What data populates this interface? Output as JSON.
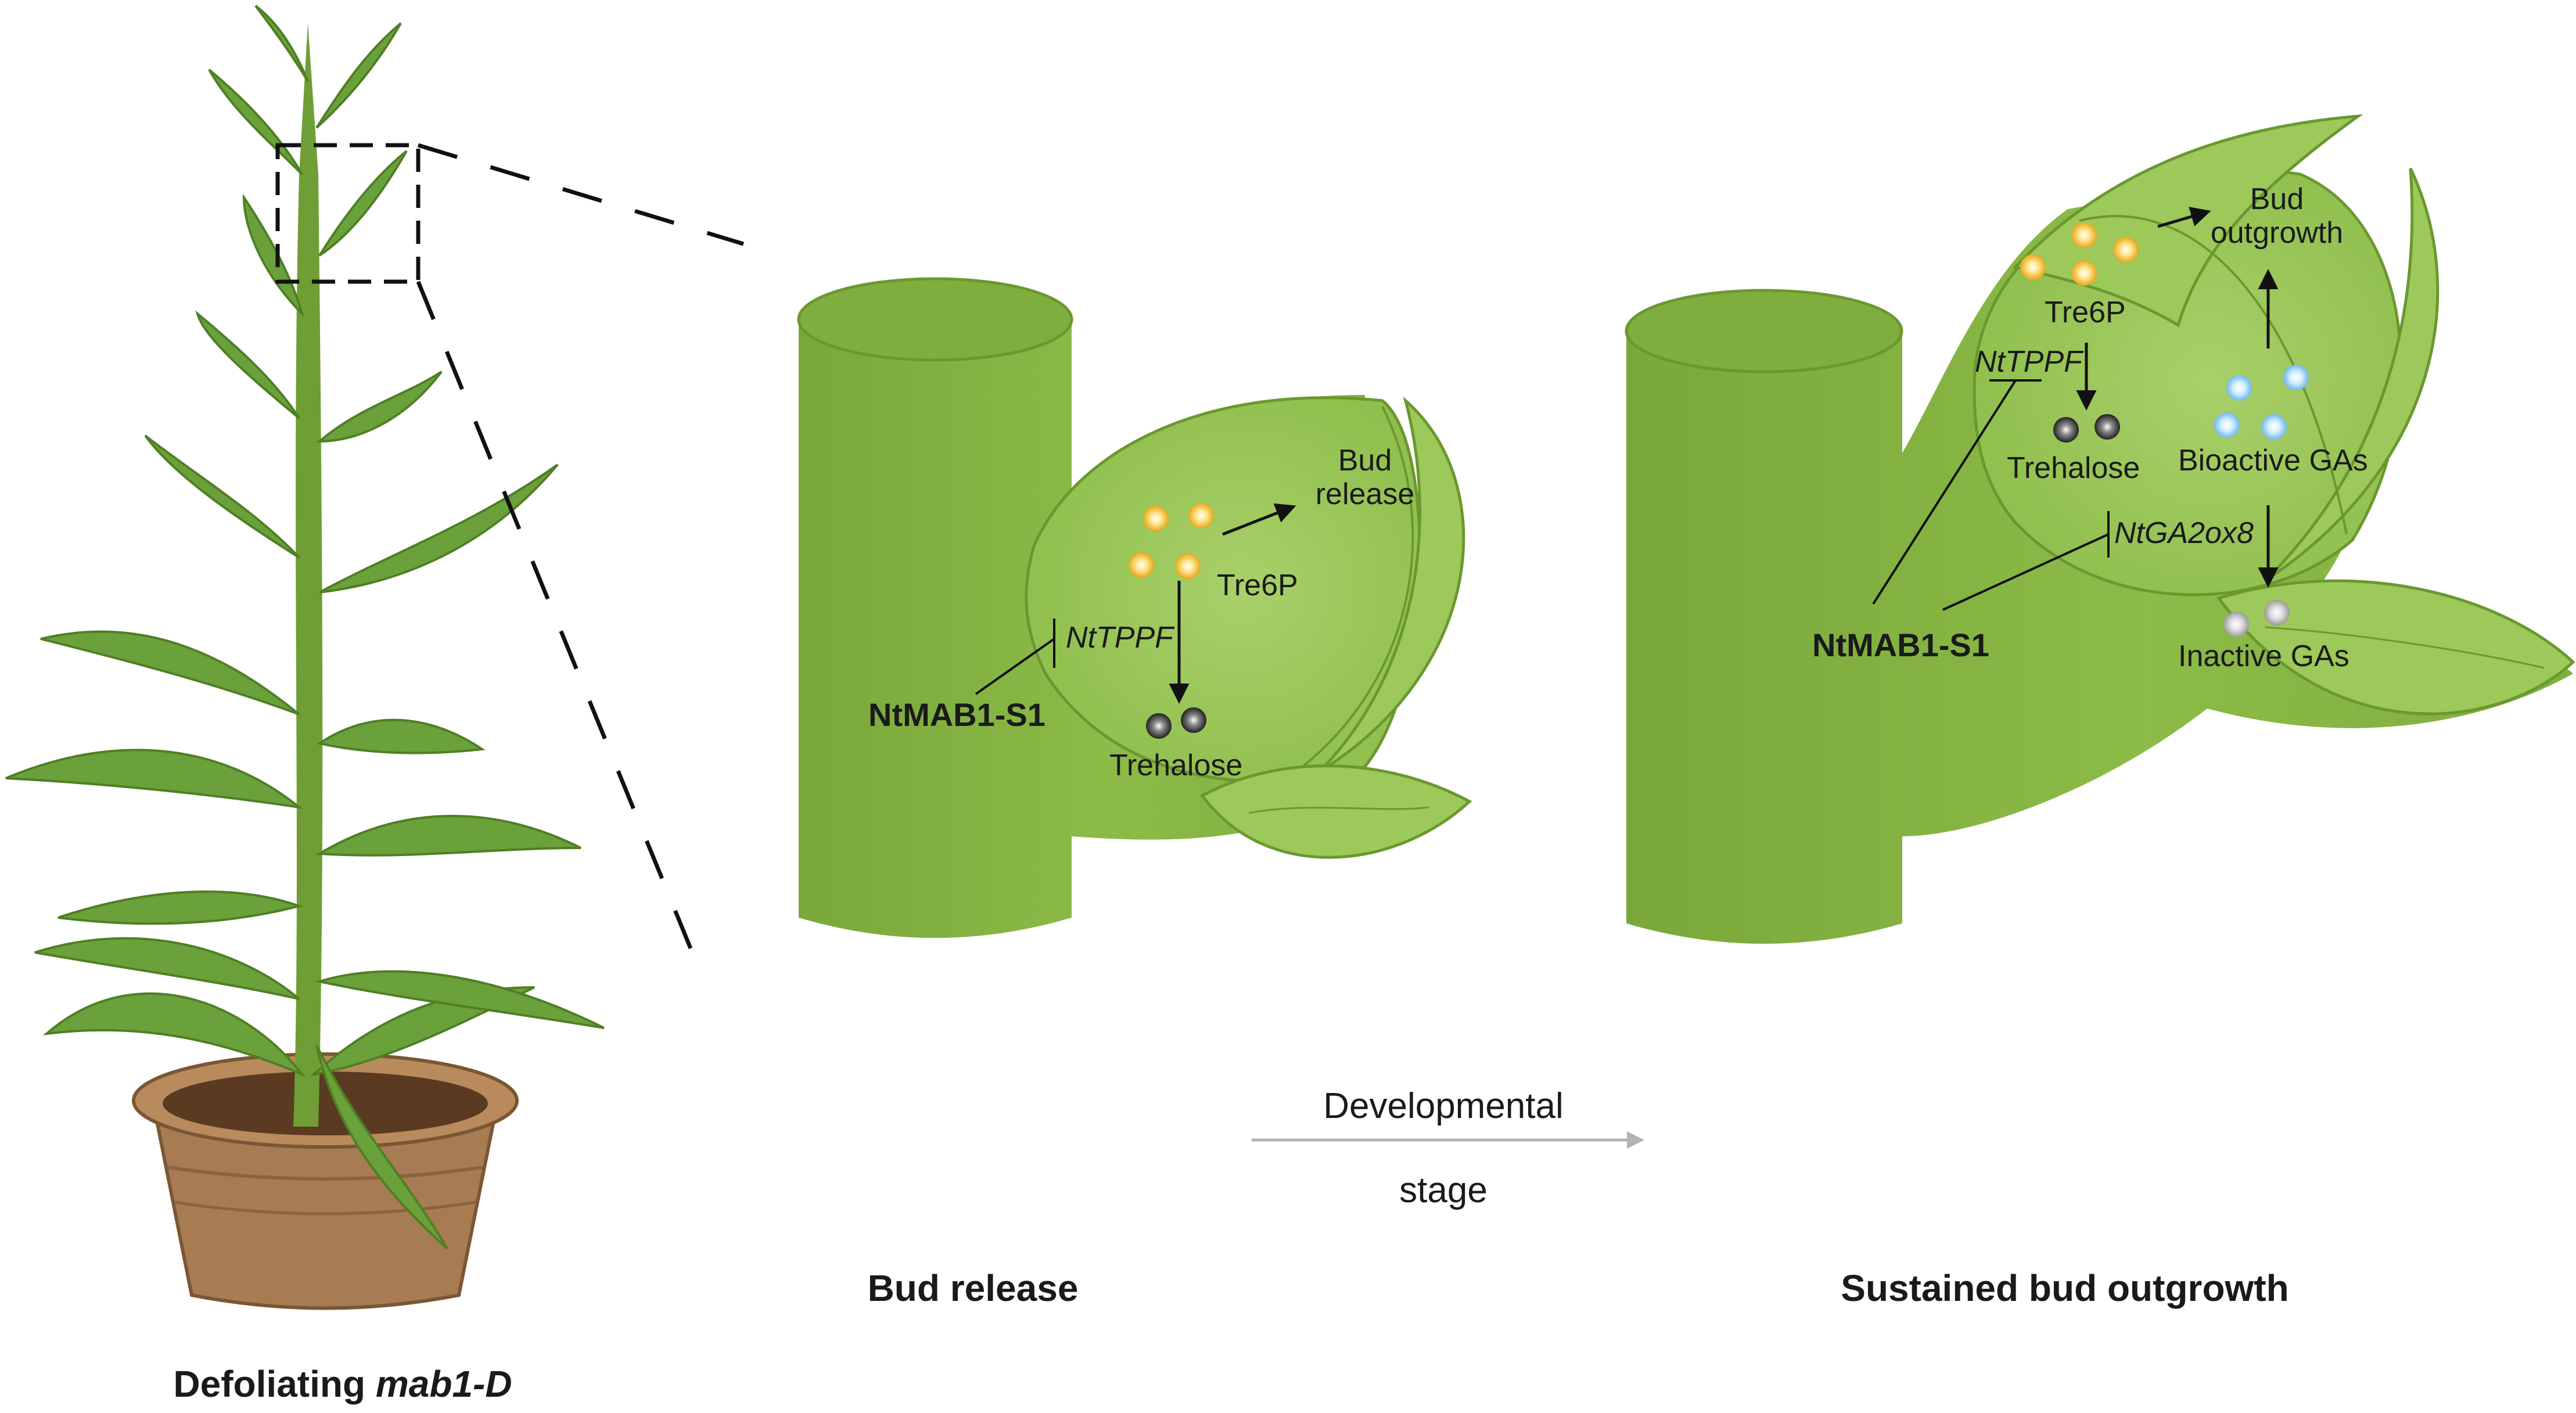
{
  "panels": {
    "plant": {
      "caption_prefix": "Defoliating ",
      "caption_italic": "mab1-D"
    },
    "release": {
      "caption": "Bud release",
      "bud_release": [
        "Bud",
        "release"
      ],
      "tre6p": "Tre6P",
      "trehalose": "Trehalose",
      "nttppf": "NtTPPF",
      "ntmab1": "NtMAB1-S1"
    },
    "outgrowth": {
      "caption": "Sustained bud outgrowth",
      "bud_outgrowth": [
        "Bud",
        "outgrowth"
      ],
      "tre6p": "Tre6P",
      "trehalose": "Trehalose",
      "nttppf": "NtTPPF",
      "ntga2ox8": "NtGA2ox8",
      "bioactive": "Bioactive GAs",
      "inactive": "Inactive GAs",
      "ntmab1": "NtMAB1-S1"
    }
  },
  "arrow": {
    "top": "Developmental",
    "bottom": "stage"
  },
  "colors": {
    "stem_dark": "#7fae3f",
    "stem_mid": "#8dbb48",
    "leaf": "#93c254",
    "leaf_light": "#a6cf68",
    "outline": "#5e8f2a",
    "pot": "#a87c52",
    "soil": "#5b3a22",
    "tre6p": "#f4c23c",
    "trehalose": "#444444",
    "bioactive_ga": "#8fd0ff",
    "inactive_ga": "#bdbdbd",
    "arrow_grey": "#b3b3b3"
  }
}
